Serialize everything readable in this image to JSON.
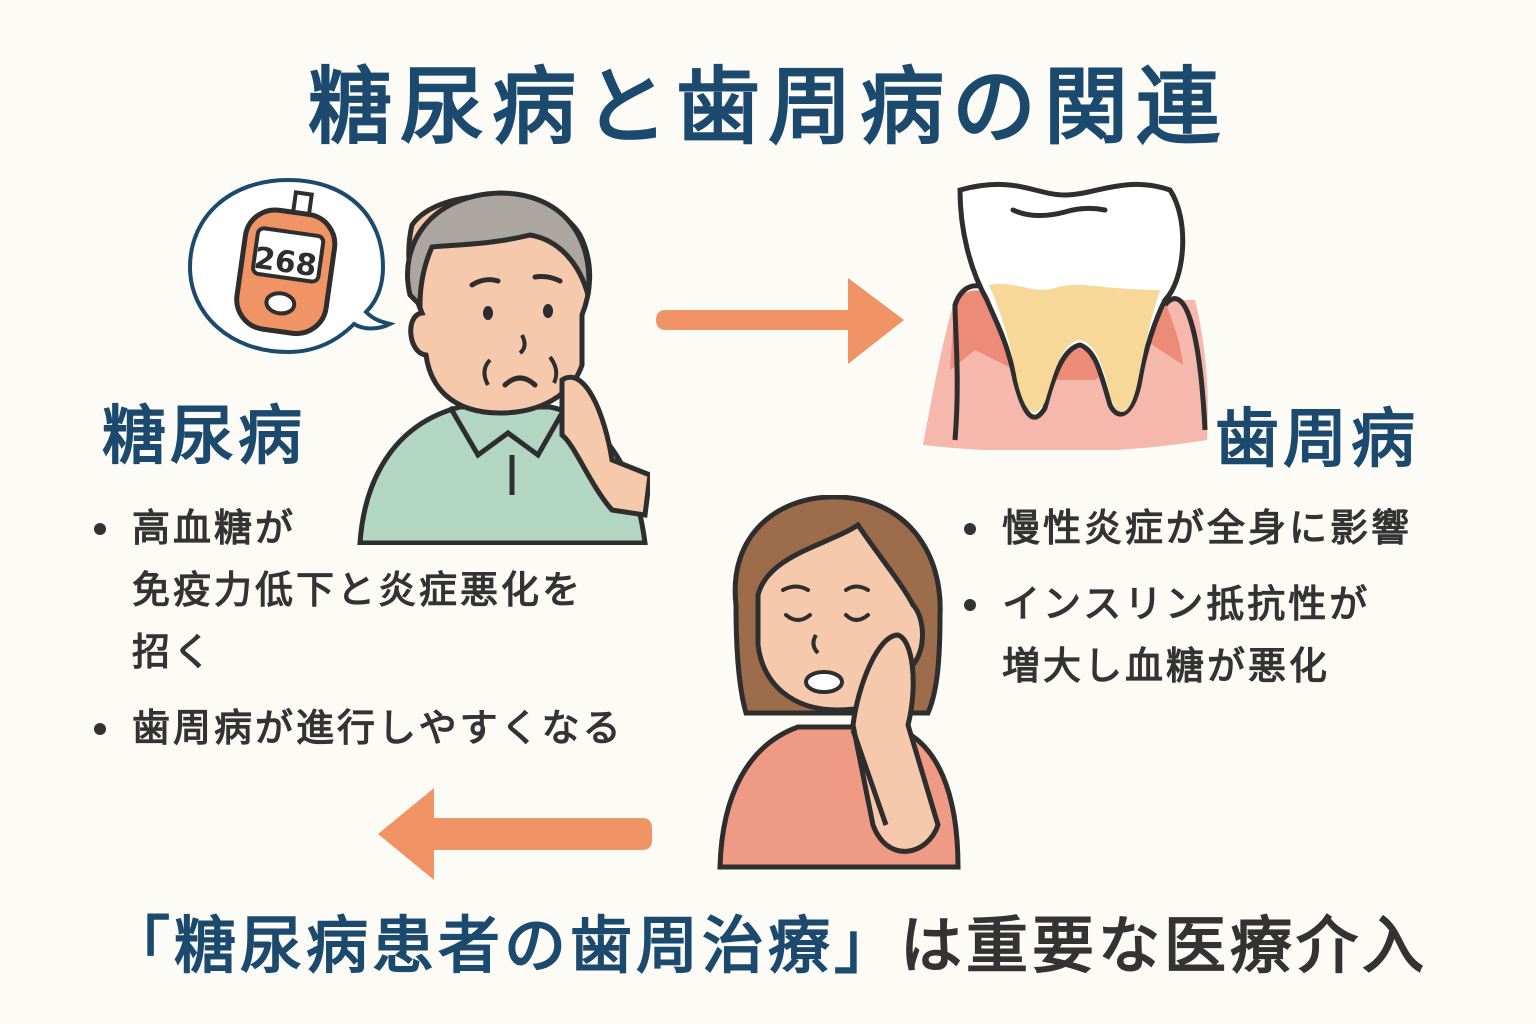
{
  "title": "糖尿病と歯周病の関連",
  "diabetes": {
    "label": "糖尿病",
    "meter_reading": "268",
    "bullets": [
      {
        "lines": [
          "高血糖が",
          "免疫力低下と炎症悪化を",
          "招く"
        ]
      },
      {
        "lines": [
          "歯周病が進行しやすくなる"
        ]
      }
    ]
  },
  "periodontal": {
    "label": "歯周病",
    "bullets": [
      {
        "lines": [
          "慢性炎症が全身に影響"
        ]
      },
      {
        "lines": [
          "インスリン抵抗性が",
          "増大し血糖が悪化"
        ]
      }
    ]
  },
  "conclusion": {
    "emphasis": "「糖尿病患者の歯周治療」",
    "rest": "は重要な医療介入"
  },
  "icons": {
    "glucose_meter": "glucose-meter-icon",
    "speech_bubble": "speech-bubble-icon",
    "elderly_man": "worried-elderly-man-illustration",
    "tooth": "periodontal-tooth-illustration",
    "woman": "toothache-woman-illustration",
    "arrow_right": "arrow-right-icon",
    "arrow_left": "arrow-left-icon"
  },
  "colors": {
    "title": "#1c4a6e",
    "text": "#333333",
    "arrow": "#f19465",
    "background": "#fcfbf5",
    "shirt_man": "#b3d6c3",
    "shirt_woman": "#ee9a85",
    "gum": "#f6b7ad",
    "plaque": "#f7d898"
  }
}
